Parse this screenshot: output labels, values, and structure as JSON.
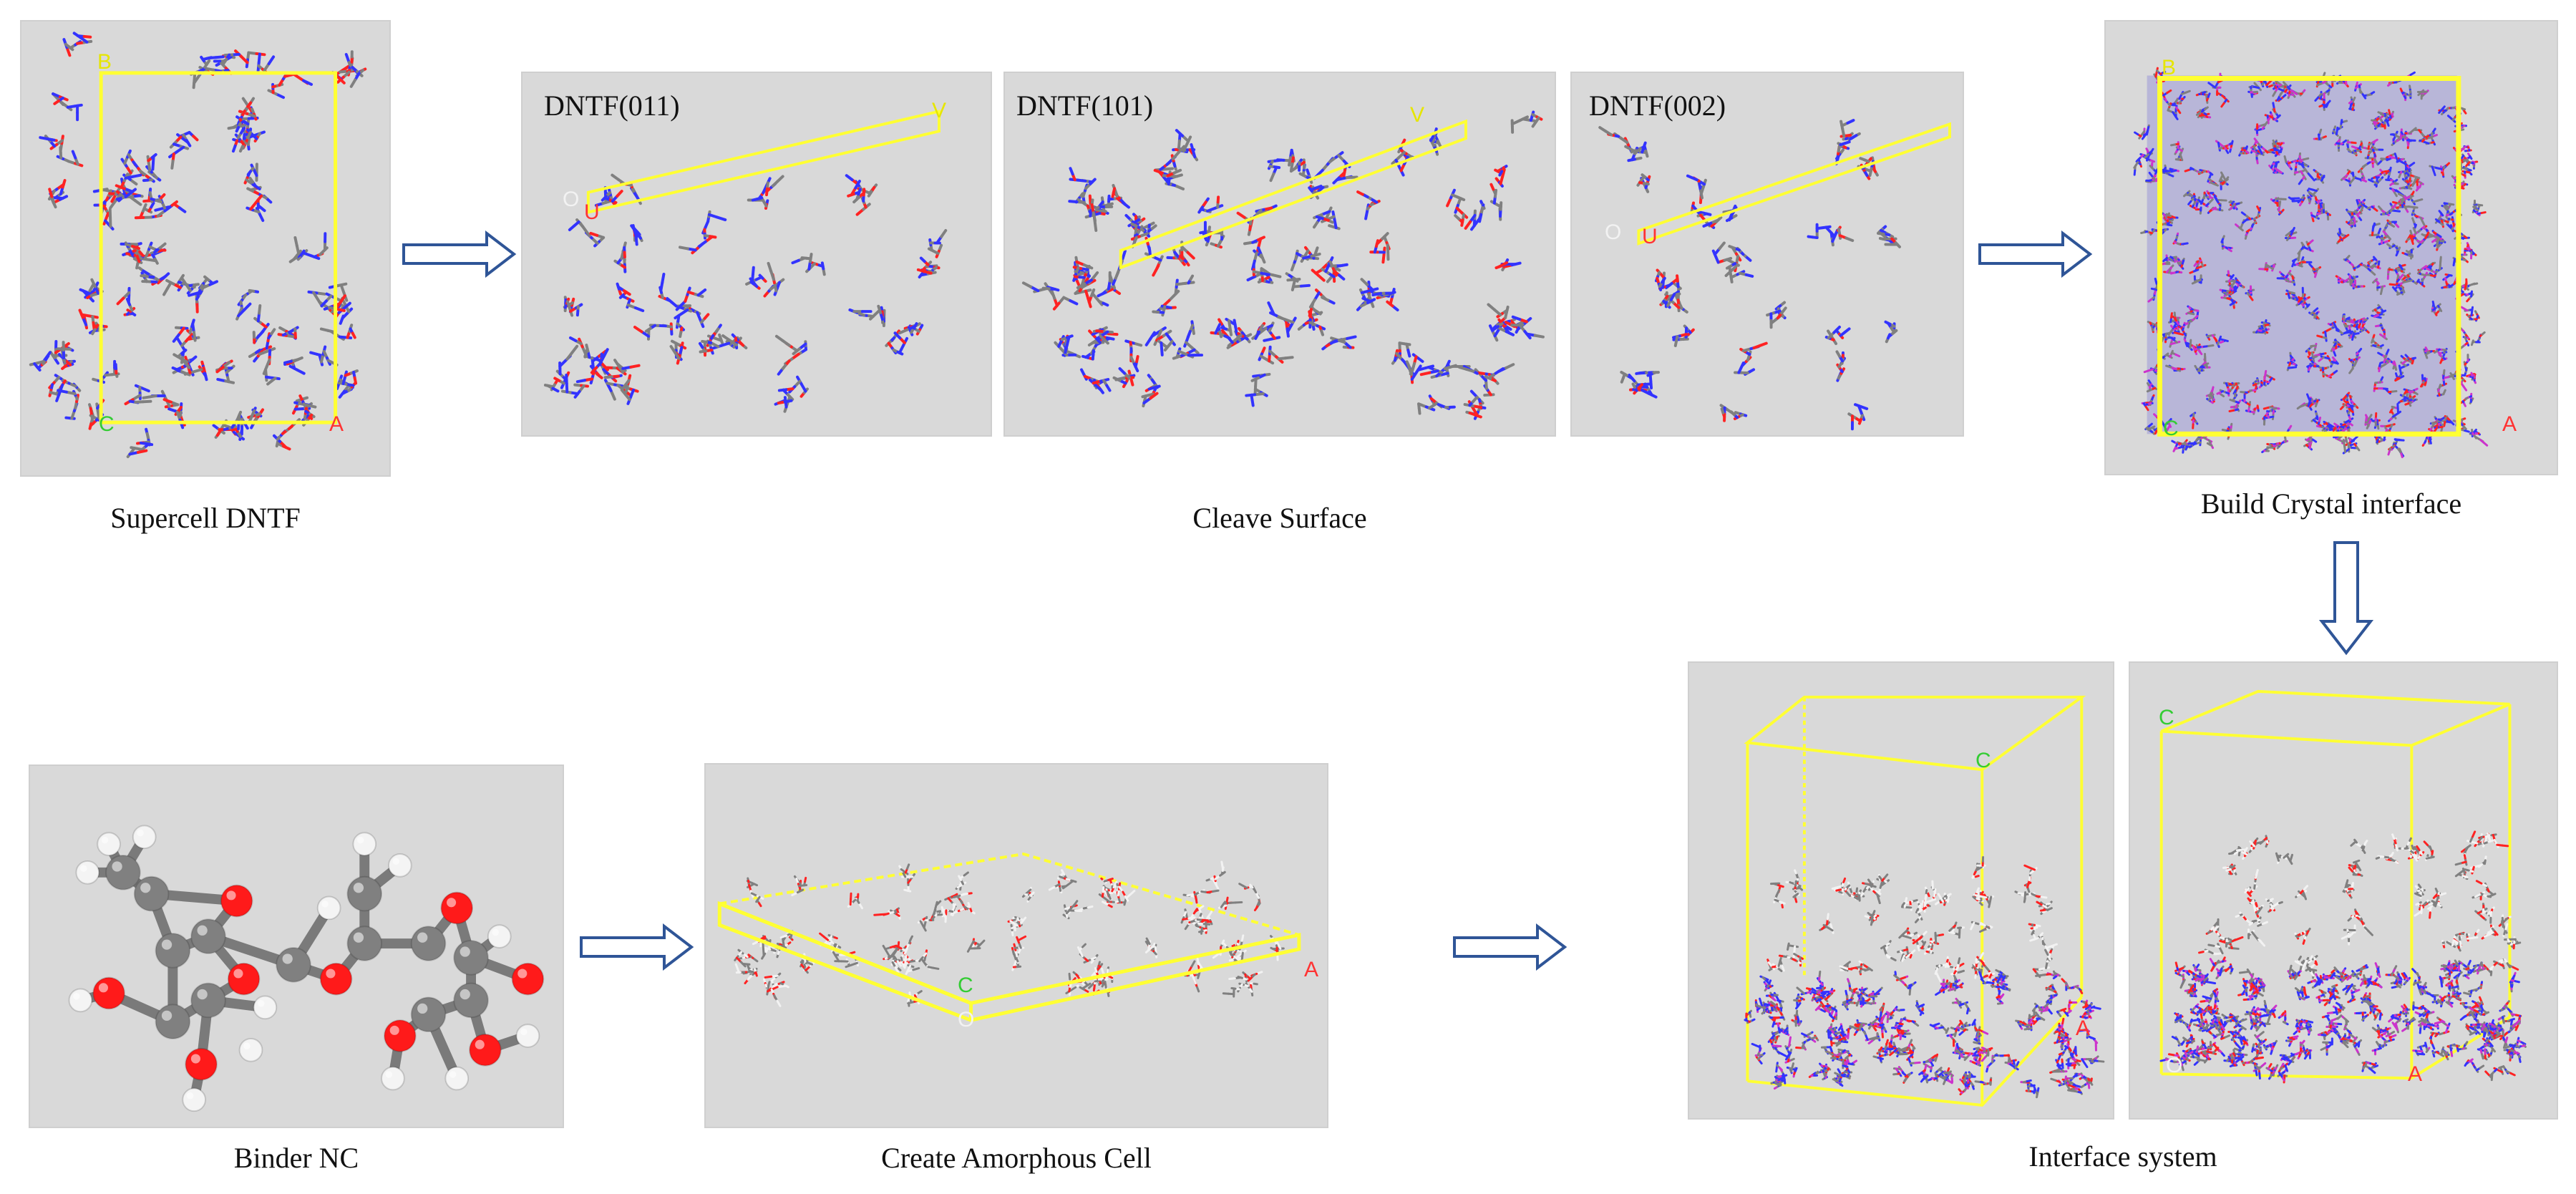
{
  "steps": {
    "supercell": {
      "caption": "Supercell DNTF",
      "axis_c": "C",
      "axis_a": "A",
      "axis_b": "B"
    },
    "cleave": {
      "caption": "Cleave Surface",
      "panels": [
        {
          "label": "DNTF(011)",
          "axis_o": "O",
          "axis_u": "U",
          "axis_v": "V"
        },
        {
          "label": "DNTF(101)",
          "axis_v": "V"
        },
        {
          "label": "DNTF(002)",
          "axis_o": "O",
          "axis_u": "U"
        }
      ]
    },
    "crystal_interface": {
      "caption": "Build Crystal interface",
      "axis_c": "C",
      "axis_a": "A",
      "axis_b": "B"
    },
    "binder": {
      "caption": "Binder NC"
    },
    "amorphous": {
      "caption": "Create Amorphous Cell",
      "axis_a": "A",
      "axis_o": "O",
      "axis_c": "C"
    },
    "interface_system": {
      "caption": "Interface system",
      "panels": [
        {
          "axis_c": "C",
          "axis_a": "A"
        },
        {
          "axis_c": "C",
          "axis_a": "A",
          "axis_o": "O"
        }
      ]
    }
  },
  "colors": {
    "panel_bg": "#d9d9d9",
    "cell_edge": "#ffff33",
    "nitrogen": "#3333ff",
    "oxygen": "#ff2222",
    "carbon": "#808080",
    "hydrogen": "#f2f2f2",
    "arrow": "#2f5597",
    "axis_green": "#33cc33",
    "axis_red": "#ff3333"
  }
}
